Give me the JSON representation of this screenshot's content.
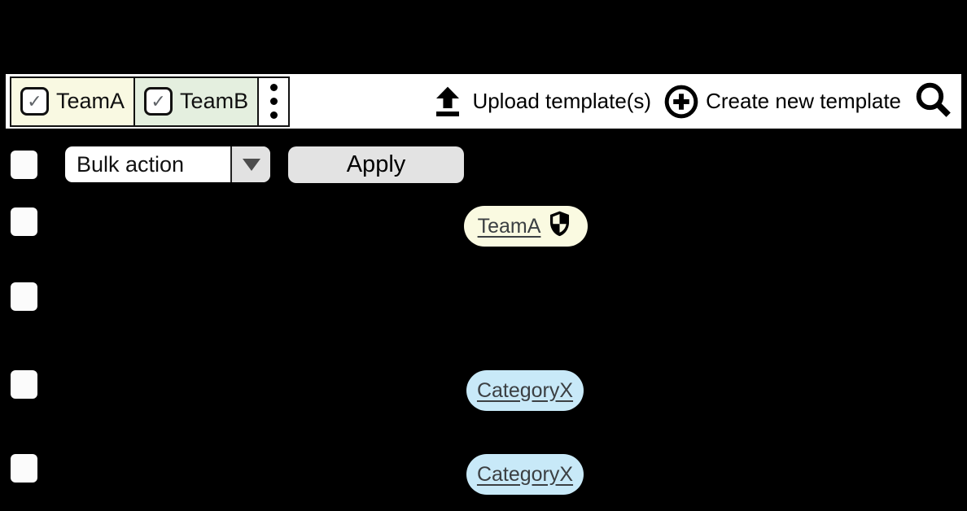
{
  "toolbar": {
    "filters": [
      {
        "label": "TeamA",
        "checked": true,
        "checkmark": "✓",
        "bg": "#f9f9e2"
      },
      {
        "label": "TeamB",
        "checked": true,
        "checkmark": "✓",
        "bg": "#e4efdf"
      }
    ],
    "menu_icon": "kebab-vertical-dots",
    "actions": [
      {
        "icon": "upload-icon",
        "label": "Upload template(s)"
      },
      {
        "icon": "add-circle-icon",
        "label": "Create new template"
      }
    ],
    "search_icon": "magnifying-glass"
  },
  "bulk_bar": {
    "select_value": "Bulk action",
    "apply_label": "Apply"
  },
  "rows": [
    {
      "tag": {
        "label": "TeamA",
        "bg": "#fafae1",
        "shield_icon": true
      }
    },
    {
      "tag": null
    },
    {
      "tag": {
        "label": "CategoryX",
        "bg": "#c8e9f8",
        "shield_icon": false
      }
    },
    {
      "tag": {
        "label": "CategoryX",
        "bg": "#c8e9f8",
        "shield_icon": false
      }
    }
  ],
  "colors": {
    "page_bg": "#000000",
    "toolbar_bg": "#ffffff",
    "teamA_chip": "#f9f9e2",
    "teamB_chip": "#e4efdf",
    "teamA_tag": "#fafae1",
    "category_tag": "#c8e9f8",
    "button_gray": "#e3e3e3",
    "tag_text": "#3c4043",
    "icon_black": "#000000"
  }
}
